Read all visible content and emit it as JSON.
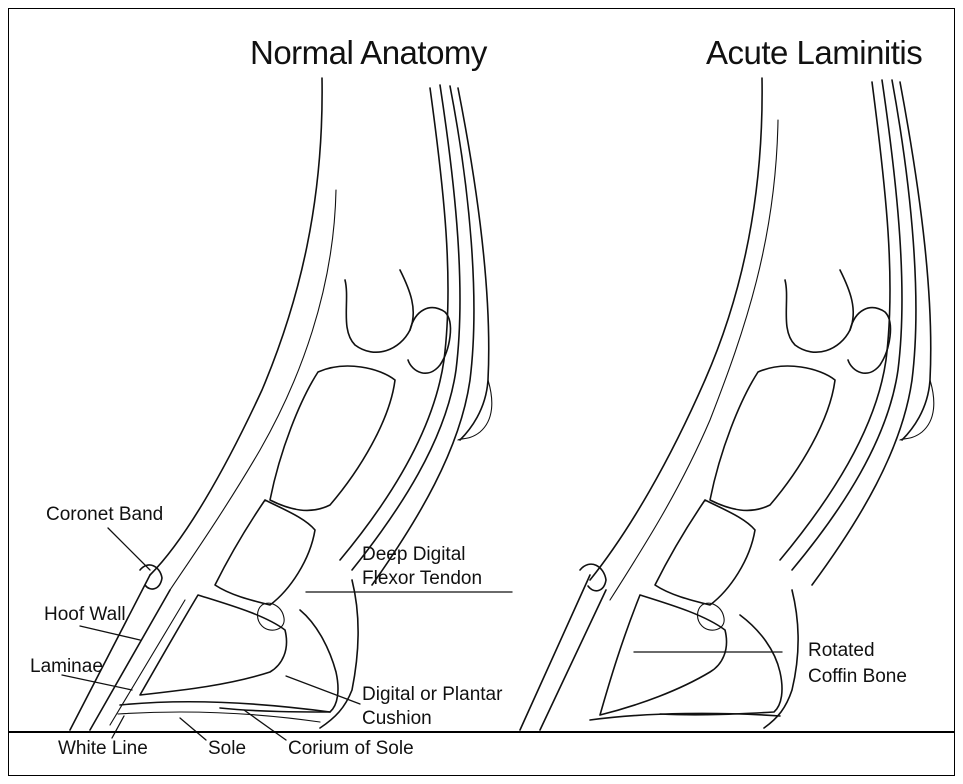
{
  "titles": {
    "left": "Normal Anatomy",
    "right": "Acute Laminitis"
  },
  "labels": {
    "coronet_band": "Coronet Band",
    "hoof_wall": "Hoof Wall",
    "laminae": "Laminae",
    "white_line": "White Line",
    "sole": "Sole",
    "corium_of_sole": "Corium of Sole",
    "digital_cushion_line1": "Digital or Plantar",
    "digital_cushion_line2": "Cushion",
    "ddft_line1": "Deep Digital",
    "ddft_line2": "Flexor Tendon",
    "rotated_line1": "Rotated",
    "rotated_line2": "Coffin Bone"
  },
  "colors": {
    "ink": "#111111",
    "background": "#ffffff"
  }
}
